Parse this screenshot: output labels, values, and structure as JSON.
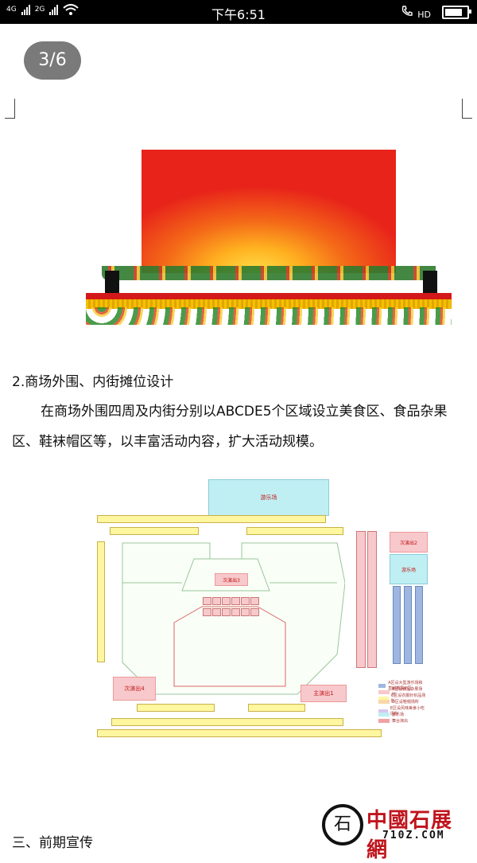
{
  "status_bar": {
    "net1": "4G",
    "net2": "2G",
    "time": "下午6:51",
    "hd": "HD"
  },
  "pager": {
    "label": "3/6"
  },
  "section_heading": "2.商场外围、内街摊位设计",
  "paragraph": "在商场外围四周及内街分别以ABCDE5个区域设立美食区、食品杂果区、鞋袜帽区等，以丰富活动内容，扩大活动规模。",
  "floor_plan": {
    "amusement_top": "游乐场",
    "amusement_right": "游乐场",
    "secondary_stage_2": "次演出2",
    "secondary_stage_3": "次演出3",
    "secondary_stage_4": "次演出4",
    "main_stage_1": "主演出1",
    "legend": [
      {
        "label": "A区设大型游乐场和直销棚展示区",
        "color": "#9fb6e0"
      },
      {
        "label": "B区设食品杂果场所",
        "color": "#f7c9cc"
      },
      {
        "label": "C区设衣服针织品场所",
        "color": "#fff6a0"
      },
      {
        "label": "D区设鞋帽场所",
        "color": "#f8d7a8"
      },
      {
        "label": "E区设风味美食小吃场所",
        "color": "#d9c6ef"
      },
      {
        "label": "游乐场",
        "color": "#bfeff2"
      },
      {
        "label": "舞台演出",
        "color": "#f2a0a4"
      }
    ]
  },
  "footer_heading": "三、前期宣传",
  "logo": {
    "name": "中國石展網",
    "url": "710Z.COM",
    "mark": "石"
  }
}
